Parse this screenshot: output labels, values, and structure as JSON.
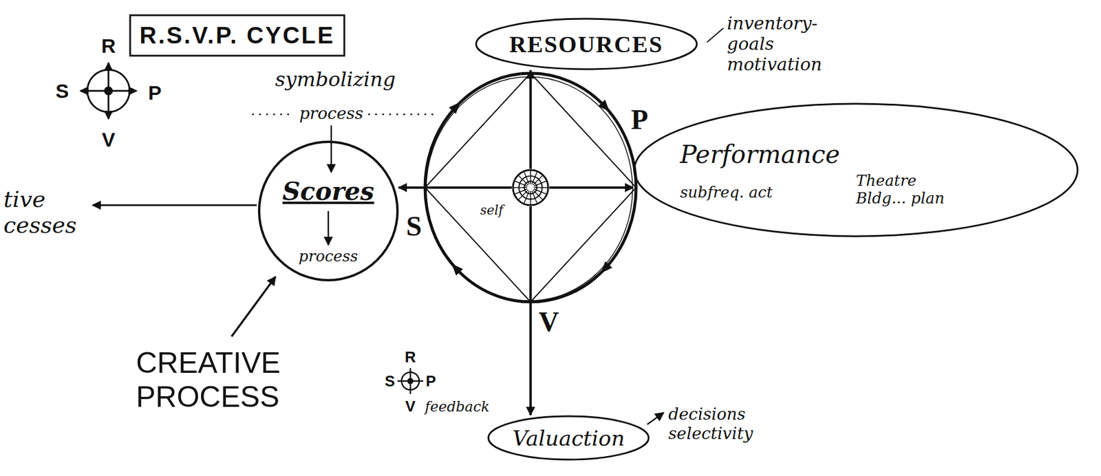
{
  "diagram": {
    "title": "R.S.V.P. CYCLE",
    "nodes": [
      {
        "text": [
          "RESOURCES"
        ]
      },
      {
        "text": [
          "Scores",
          "process"
        ]
      },
      {
        "text": [
          "self"
        ]
      },
      {
        "text": [
          "Performance",
          "subfreq. act",
          "Theatre Bldg... plan"
        ]
      },
      {
        "text": [
          "Valuaction"
        ]
      }
    ],
    "edges": [
      {
        "from": 2,
        "to": 0,
        "arrow": "to"
      },
      {
        "from": 2,
        "to": 1,
        "arrow": "to"
      },
      {
        "from": 2,
        "to": 3,
        "arrow": "to"
      },
      {
        "from": 2,
        "to": 4,
        "arrow": "to"
      }
    ],
    "labels": [
      "R",
      "S",
      "P",
      "V",
      "symbolizing",
      "process",
      "tive cesses",
      "CREATIVE PROCESS",
      "S",
      "R",
      "P",
      "V",
      "S",
      "P",
      "V",
      "inventory- goals motivation",
      "feedback",
      "decisions selectivity"
    ]
  }
}
